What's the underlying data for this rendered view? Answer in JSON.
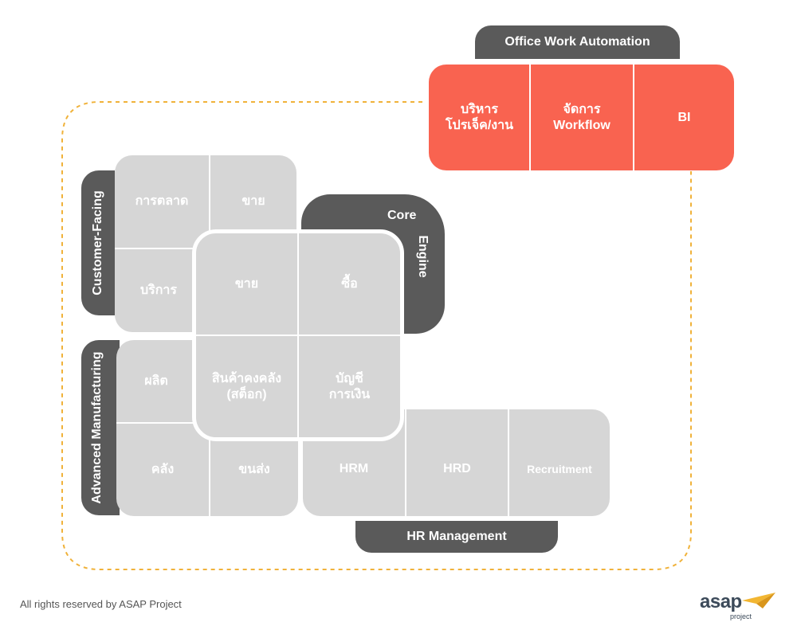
{
  "office": {
    "title": "Office Work Automation",
    "cells": [
      {
        "line1": "บริหาร",
        "line2": "โปรเจ็ค/งาน"
      },
      {
        "line1": "จัดการ",
        "line2": "Workflow"
      },
      {
        "line1": "BI",
        "line2": ""
      }
    ]
  },
  "customer_facing": {
    "title": "Customer-Facing",
    "cells": [
      "การตลาด",
      "ขาย",
      "บริการ"
    ]
  },
  "core_engine": {
    "title_core": "Core",
    "title_engine": "Engine",
    "cells": [
      {
        "line1": "ขาย",
        "line2": ""
      },
      {
        "line1": "ซื้อ",
        "line2": ""
      },
      {
        "line1": "สินค้าคงคลัง",
        "line2": "(สต็อก)"
      },
      {
        "line1": "บัญชี",
        "line2": "การเงิน"
      }
    ]
  },
  "manufacturing": {
    "title": "Advanced Manufacturing",
    "cells": [
      "ผลิต",
      "คลัง",
      "ขนส่ง"
    ]
  },
  "hr": {
    "title": "HR Management",
    "cells": [
      "HRM",
      "HRD",
      "Recruitment"
    ]
  },
  "footer": {
    "copyright": "All rights reserved by ASAP Project",
    "logo_text": "asap",
    "logo_sub": "project"
  },
  "colors": {
    "dark": "#5a5a5a",
    "grey": "#d6d6d6",
    "accent": "#f96350",
    "dashed": "#f0b23a"
  }
}
